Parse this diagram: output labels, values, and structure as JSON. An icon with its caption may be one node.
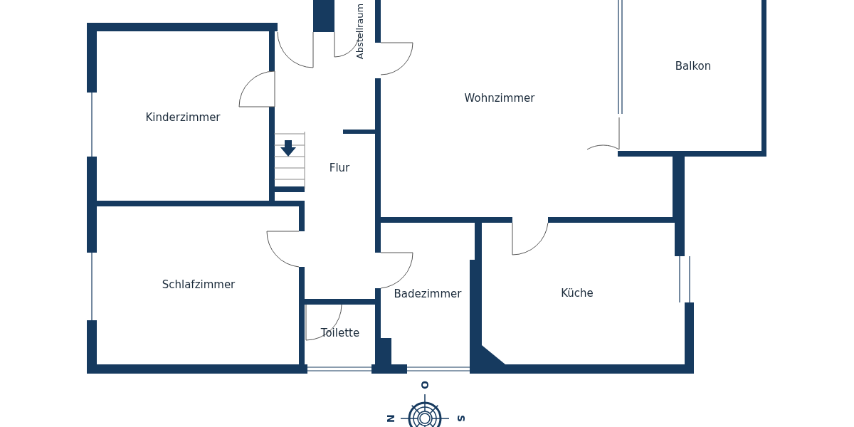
{
  "diagram": {
    "nodes": [
      {
        "text": [
          "Abstellraum"
        ]
      },
      {
        "text": [
          "Kinderzimmer"
        ]
      },
      {
        "text": [
          "Wohnzimmer"
        ]
      },
      {
        "text": [
          "Balkon"
        ]
      },
      {
        "text": [
          "Flur"
        ]
      },
      {
        "text": [
          "Schlafzimmer"
        ]
      },
      {
        "text": [
          "Badezimmer"
        ]
      },
      {
        "text": [
          "Küche"
        ]
      },
      {
        "text": [
          "Toilette"
        ]
      }
    ],
    "labels": [
      "O",
      "N",
      "S"
    ]
  }
}
